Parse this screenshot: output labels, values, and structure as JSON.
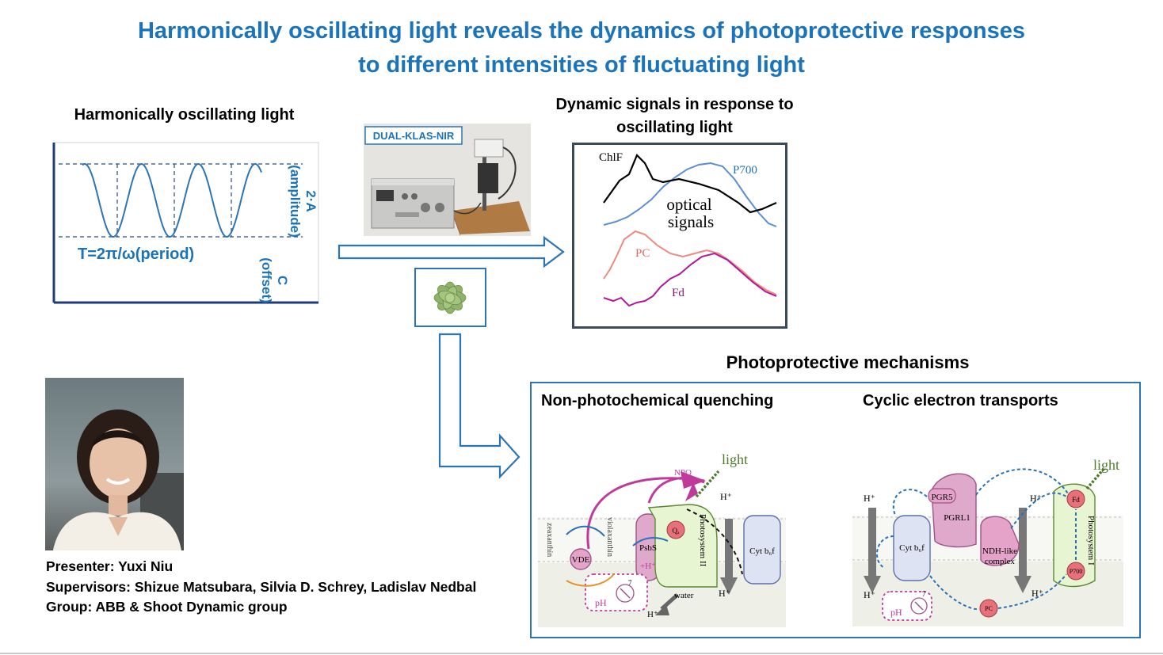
{
  "title": {
    "line1": "Harmonically oscillating light reveals the dynamics of photoprotective responses",
    "line2": "to different intensities of fluctuating light"
  },
  "oscillation_panel": {
    "heading": "Harmonically oscillating light",
    "amplitude_label": "2·A",
    "amplitude_sub": "(amplitude)",
    "period_label": "T=2π/ω(period)",
    "offset_label": "C",
    "offset_sub": "(offset)"
  },
  "instrument": {
    "label": "DUAL-KLAS-NIR"
  },
  "signals_panel": {
    "heading_line1": "Dynamic signals in response to",
    "heading_line2": "oscillating light",
    "labels": {
      "chlf": "ChlF",
      "p700": "P700",
      "optical1": "optical",
      "optical2": "signals",
      "pc": "PC",
      "fd": "Fd"
    }
  },
  "mechanisms": {
    "heading": "Photoprotective mechanisms",
    "npq_title": "Non-photochemical quenching",
    "cet_title": "Cyclic electron transports",
    "npq_labels": {
      "npq": "NPQ",
      "light": "light",
      "h_top": "H⁺",
      "zeaxanthin": "zeaxanthin",
      "violaxanthin": "violaxanthin",
      "vde": "VDE",
      "psbs": "PsbS",
      "h_plus": "+H⁺",
      "qa": "Qₐ",
      "ps2": "Photosystem II",
      "cyt": "Cyt b₆f",
      "h_bottom": "H⁺",
      "water": "water",
      "h_water": "H⁺",
      "ph": "pH",
      "ph_num": "7"
    },
    "cet_labels": {
      "light": "light",
      "h_left": "H⁺",
      "pgr5": "PGR5",
      "pgrl1": "PGRL1",
      "h_mid": "H⁺",
      "fd": "Fd",
      "cyt": "Cyt b₆f",
      "ndh1": "NDH-like",
      "ndh2": "complex",
      "ps1": "Photosystem I",
      "p700": "P700",
      "h_bottom_left": "H⁺",
      "h_bottom_mid": "H⁺",
      "pc": "PC",
      "ph": "pH",
      "ph_num": "7"
    }
  },
  "credits": {
    "presenter": "Presenter: Yuxi Niu",
    "supervisors": "Supervisors: Shizue Matsubara, Silvia D. Schrey, Ladislav Nedbal",
    "group": "Group: ABB & Shoot Dynamic group"
  },
  "colors": {
    "title_blue": "#1b74bb",
    "panel_blue": "#2c75b5",
    "p700_blue": "#5b8fd0",
    "pc_salmon": "#ee8a80",
    "fd_magenta": "#b1179a",
    "npq_magenta": "#c03a9b",
    "light_green": "#4d7a2a"
  }
}
